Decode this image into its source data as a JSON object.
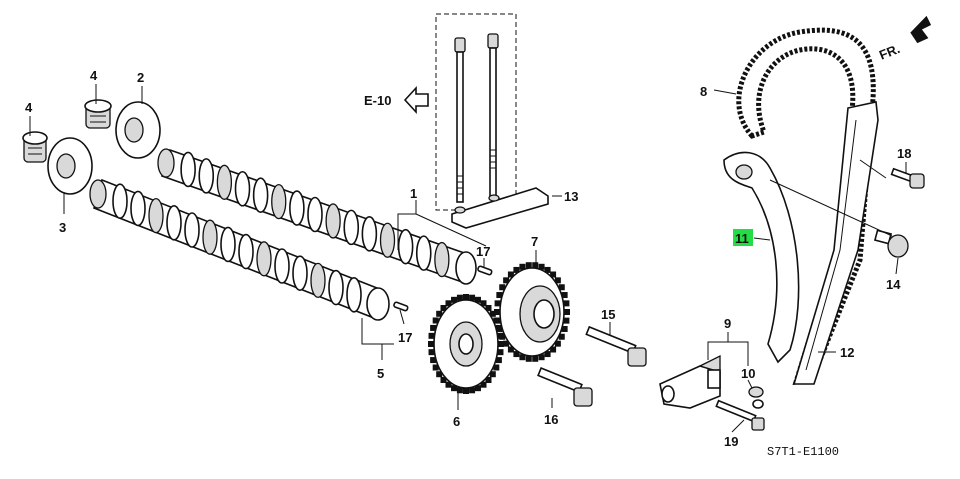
{
  "diagram": {
    "code": "S7T1-E1100",
    "front_marker": "FR.",
    "reference": "E-10",
    "highlight_color": "#22dd44",
    "callouts": {
      "c1": "1",
      "c2": "2",
      "c3": "3",
      "c4a": "4",
      "c4b": "4",
      "c5": "5",
      "c6": "6",
      "c7": "7",
      "c8": "8",
      "c9": "9",
      "c10": "10",
      "c11": "11",
      "c12": "12",
      "c13": "13",
      "c14": "14",
      "c15": "15",
      "c16": "16",
      "c17a": "17",
      "c17b": "17",
      "c18": "18",
      "c19": "19"
    },
    "highlighted_callout": "11"
  }
}
